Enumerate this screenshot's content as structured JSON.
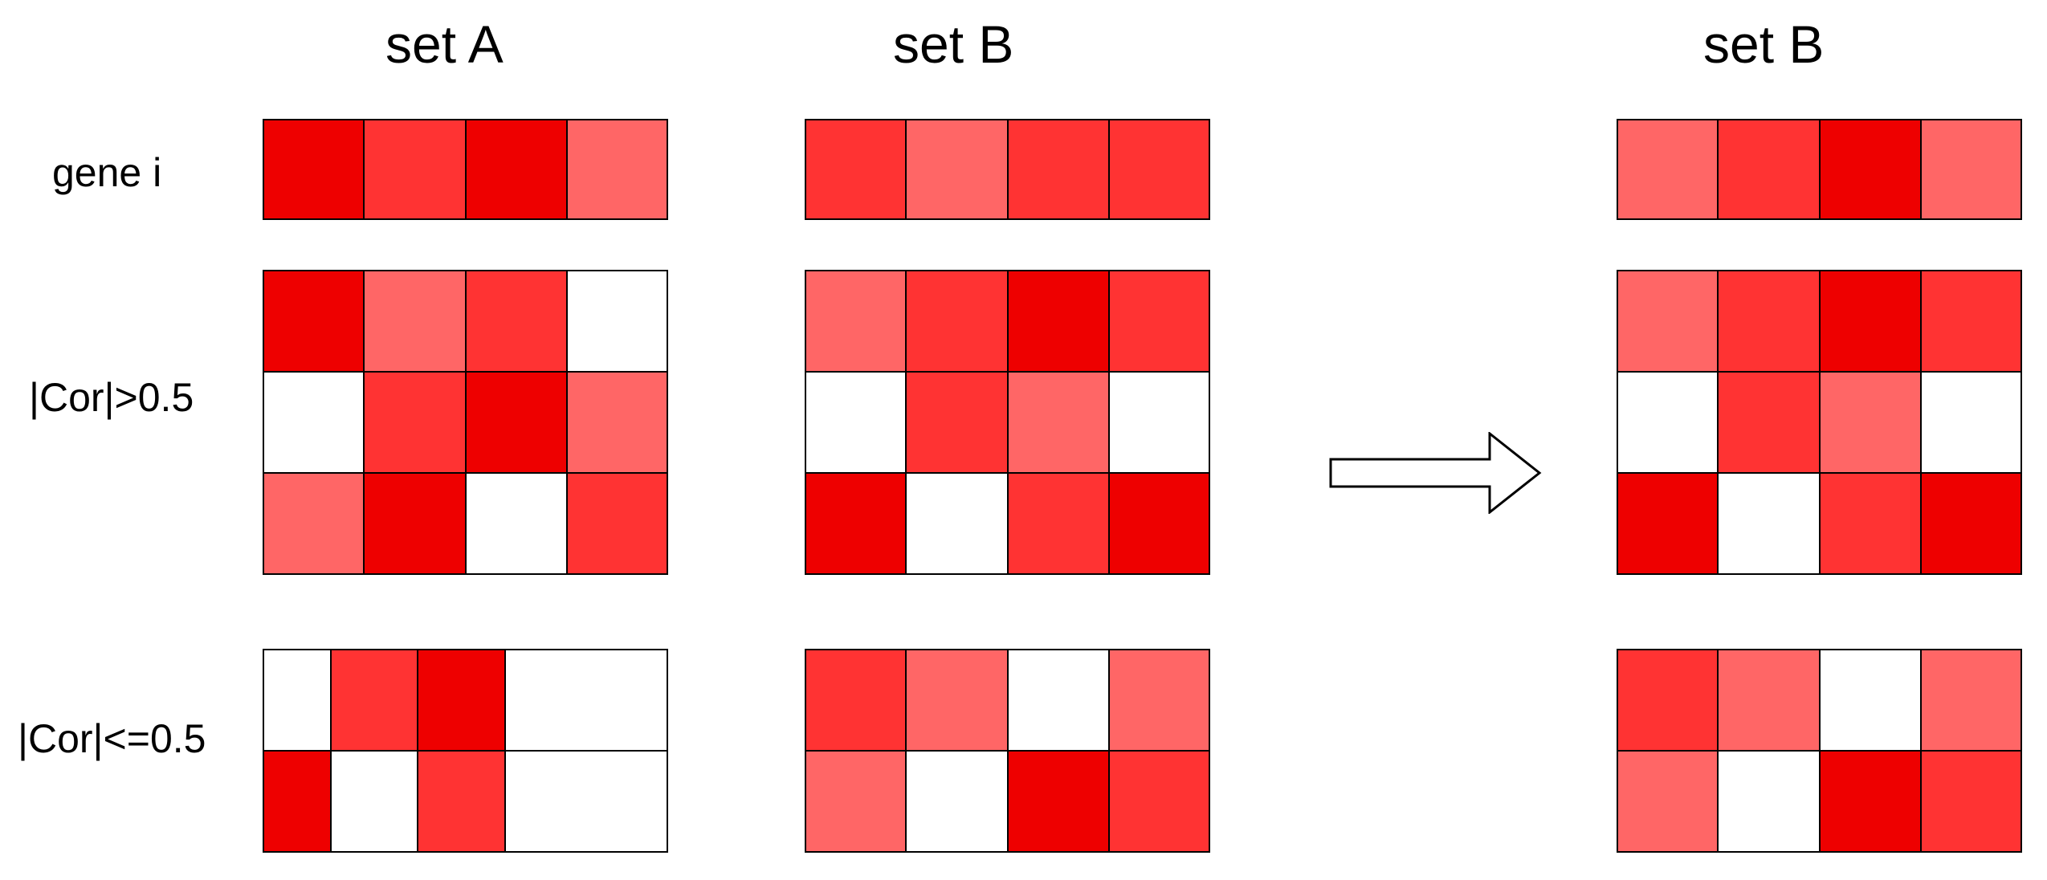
{
  "columns": {
    "set_a": {
      "title": "set A"
    },
    "set_b": {
      "title": "set B"
    },
    "set_b_reordered": {
      "title": "set B"
    }
  },
  "rows": {
    "gene_i": {
      "label": "gene i"
    },
    "high_cor": {
      "label": "|Cor|>0.5"
    },
    "low_cor": {
      "label": "|Cor|<=0.5"
    }
  },
  "colors": {
    "0": "#ffffff",
    "1": "#ff6666",
    "2": "#ff3333",
    "3": "#ee0000"
  },
  "arrow_icon": "right-arrow-icon",
  "matrices": {
    "set_a": {
      "gene_i": [
        [
          3,
          2,
          3,
          1
        ]
      ],
      "high_cor": [
        [
          3,
          1,
          2,
          0
        ],
        [
          0,
          2,
          3,
          1
        ],
        [
          1,
          3,
          0,
          2
        ]
      ],
      "low_cor": [
        [
          0,
          2,
          3,
          0
        ],
        [
          3,
          0,
          2,
          0
        ]
      ]
    },
    "set_b": {
      "gene_i": [
        [
          2,
          1,
          2,
          2
        ]
      ],
      "high_cor": [
        [
          1,
          2,
          3,
          2
        ],
        [
          0,
          2,
          1,
          0
        ],
        [
          3,
          0,
          2,
          3
        ]
      ],
      "low_cor": [
        [
          2,
          1,
          0,
          1
        ],
        [
          1,
          0,
          3,
          2
        ]
      ]
    },
    "set_b_reordered": {
      "gene_i": [
        [
          1,
          2,
          3,
          1
        ]
      ],
      "high_cor": [
        [
          1,
          2,
          3,
          2
        ],
        [
          0,
          2,
          1,
          0
        ],
        [
          3,
          0,
          2,
          3
        ]
      ],
      "low_cor": [
        [
          2,
          1,
          0,
          1
        ],
        [
          1,
          0,
          3,
          2
        ]
      ]
    }
  }
}
